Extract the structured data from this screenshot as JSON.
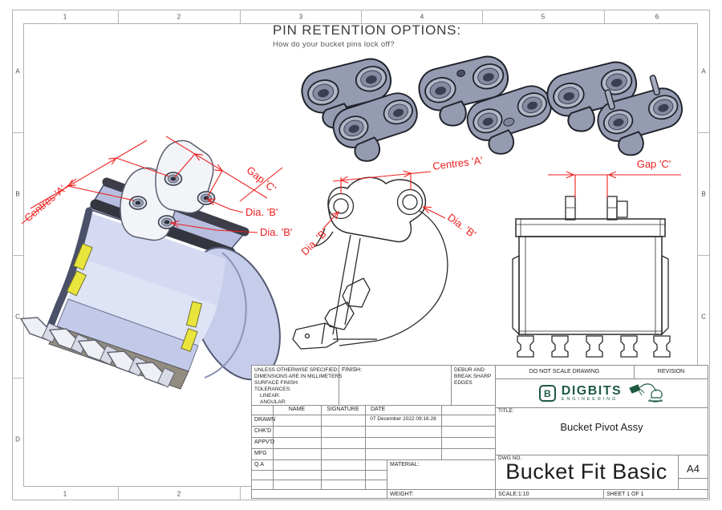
{
  "sheet_grid": {
    "col_labels": [
      "1",
      "2",
      "3",
      "4",
      "5",
      "6"
    ],
    "row_labels": [
      "A",
      "B",
      "C",
      "D"
    ]
  },
  "heading": {
    "title": "PIN RETENTION OPTIONS:",
    "subtitle": "How do your bucket pins lock off?"
  },
  "annotations": {
    "centres_a": "Centres 'A'",
    "gap_c": "Gap 'C'",
    "dia_b": "Dia. 'B'"
  },
  "title_block": {
    "spec_title": "UNLESS OTHERWISE SPECIFIED:",
    "spec_lines": [
      "DIMENSIONS ARE IN MILLIMETERS",
      "SURFACE FINISH:",
      "TOLERANCES:",
      "LINEAR:",
      "ANGULAR:"
    ],
    "finish_label": "FINISH:",
    "debur_lines": [
      "DEBUR AND",
      "BREAK SHARP",
      "EDGES"
    ],
    "do_not_scale": "DO NOT SCALE DRAWING",
    "revision_label": "REVISION",
    "columns": [
      "NAME",
      "SIGNATURE",
      "DATE"
    ],
    "rows": [
      "DRAWN",
      "CHK'D",
      "APPV'D",
      "MFG",
      "Q.A"
    ],
    "drawn_date": "07 December 2022 09:16:28",
    "material_label": "MATERIAL:",
    "weight_label": "WEIGHT:",
    "title_label": "TITLE:",
    "title_value": "Bucket Pivot Assy",
    "dwg_label": "DWG NO.",
    "dwg_value": "Bucket Fit Basic",
    "paper_size": "A4",
    "scale": "SCALE:1:10",
    "sheet": "SHEET 1 OF 1",
    "logo": {
      "letter": "B",
      "brand": "DIGBITS",
      "tagline": "ENGINEERING"
    }
  },
  "colors": {
    "dimension_red": "#ee2020",
    "brand_green": "#1e5a41",
    "bucket_body": "#c6cdeb",
    "bucket_face": "#dee3f6",
    "bucket_edge_slate": "#4b5069",
    "rail_dark": "#34353f",
    "wear_pad_yellow": "#e9e53c",
    "pin_gray": "#959bb0",
    "cutting_edge": "#938c81",
    "grid_line_gray": "#8d8d8d"
  }
}
